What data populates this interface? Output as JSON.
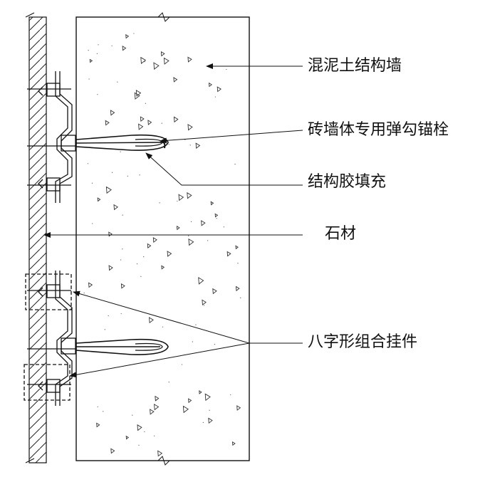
{
  "callouts": {
    "concrete_wall": "混泥土结构墙",
    "anchor_bolt": "砖墙体专用弹勾锚栓",
    "structural_glue": "结构胶填充",
    "stone": "石材",
    "bracket": "八字形组合挂件"
  },
  "colors": {
    "line": "#111111",
    "background": "#ffffff"
  }
}
